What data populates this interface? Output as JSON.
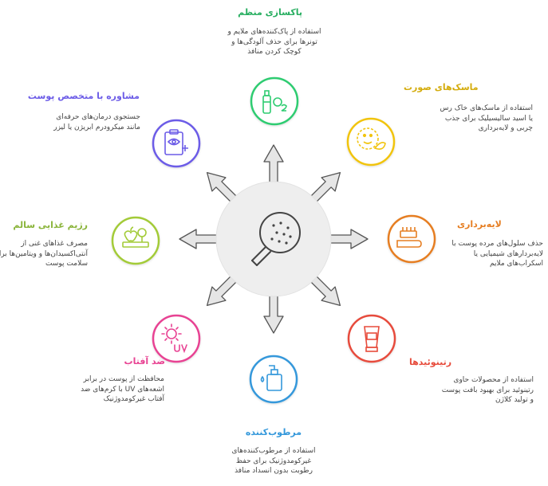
{
  "colors": {
    "green": "#2ecc71",
    "gold": "#f1c40f",
    "orange": "#e67e22",
    "red": "#e74c3c",
    "blue": "#3498db",
    "pink": "#e84393",
    "lime": "#a3cb38",
    "purple": "#6c5ce7",
    "hub": "#eeeeee",
    "arrow": "#e6e6e6"
  },
  "center": {
    "icon": "magnifier-pores-icon"
  },
  "items": [
    {
      "key": "cleansing",
      "title": "پاکسازی منظم",
      "icon": "bottle-o2-icon",
      "lines": [
        "استفاده از پاک‌کننده‌های ملایم و",
        "تونرها برای حذف آلودگی‌ها و",
        "کوچک کردن منافذ"
      ]
    },
    {
      "key": "masks",
      "title": "ماسک‌های صورت",
      "icon": "face-mask-icon",
      "lines": [
        "استفاده از ماسک‌های خاک رس",
        "یا اسید سالیسیلیک برای جذب",
        "چربی و لایه‌برداری"
      ]
    },
    {
      "key": "exfoliation",
      "title": "لایه‌برداری",
      "icon": "toothbrush-icon",
      "lines": [
        "حذف سلول‌های مرده پوست با",
        "لایه‌بردارهای شیمیایی یا",
        "اسکراب‌های ملایم"
      ]
    },
    {
      "key": "retinoids",
      "title": "رتینوئیدها",
      "icon": "cream-tube-icon",
      "lines": [
        "استفاده از محصولات حاوی",
        "رتینوئید برای بهبود بافت پوست",
        "و تولید کلاژن"
      ]
    },
    {
      "key": "moisturizer",
      "title": "مرطوب‌کننده",
      "icon": "pump-bottle-icon",
      "lines": [
        "استفاده از مرطوب‌کننده‌های",
        "غیرکومدوژنیک برای حفظ",
        "رطوبت بدون انسداد منافذ"
      ]
    },
    {
      "key": "sunscreen",
      "title": "ضد آفتاب",
      "icon": "sun-uv-icon",
      "lines": [
        "محافظت از پوست در برابر",
        "اشعه‌های UV با کرم‌های ضد",
        "آفتاب غیرکومدوژنیک"
      ]
    },
    {
      "key": "diet",
      "title": "رژیم غذایی سالم",
      "icon": "apple-scale-icon",
      "lines": [
        "مصرف غذاهای غنی از",
        "آنتی‌اکسیدان‌ها و ویتامین‌ها برای",
        "سلامت پوست"
      ]
    },
    {
      "key": "dermatologist",
      "title": "مشاوره با متخصص پوست",
      "icon": "clipboard-eye-icon",
      "lines": [
        "جستجوی درمان‌های حرفه‌ای",
        "مانند میکرودرم ابریژن یا لیزر"
      ]
    }
  ]
}
